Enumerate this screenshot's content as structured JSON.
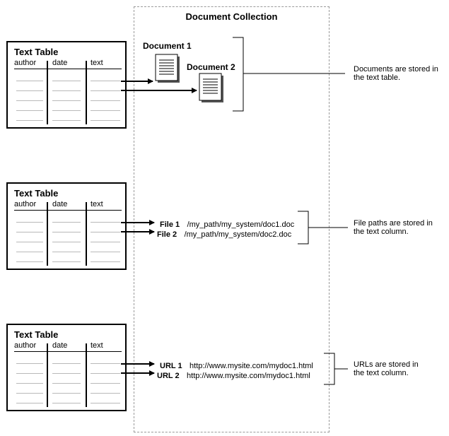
{
  "collection": {
    "title": "Document Collection"
  },
  "tables": [
    {
      "title": "Text Table",
      "columns": [
        "author",
        "date",
        "text"
      ]
    },
    {
      "title": "Text Table",
      "columns": [
        "author",
        "date",
        "text"
      ]
    },
    {
      "title": "Text Table",
      "columns": [
        "author",
        "date",
        "text"
      ]
    }
  ],
  "documents": [
    {
      "label": "Document 1"
    },
    {
      "label": "Document 2"
    }
  ],
  "files": [
    {
      "label": "File 1",
      "path": "/my_path/my_system/doc1.doc"
    },
    {
      "label": "File 2",
      "path": "/my_path/my_system/doc2.doc"
    }
  ],
  "urls": [
    {
      "label": "URL 1",
      "path": "http://www.mysite.com/mydoc1.html"
    },
    {
      "label": "URL 2",
      "path": "http://www.mysite.com/mydoc1.html"
    }
  ],
  "notes": {
    "documents_stored": [
      "Documents are stored in",
      "the text table."
    ],
    "file_paths_stored": [
      "File paths are stored in",
      "the text column."
    ],
    "urls_stored": [
      "URLs are stored in",
      "the text column."
    ]
  }
}
